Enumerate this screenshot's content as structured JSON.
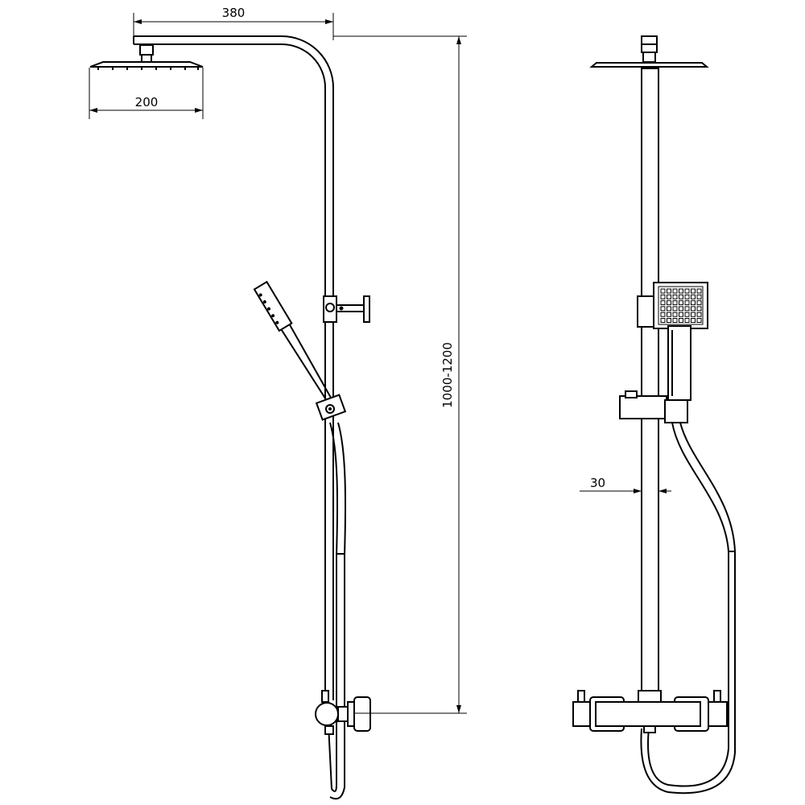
{
  "dimensions": {
    "arm_length": "380",
    "head_width": "200",
    "height_range": "1000-1200",
    "pipe_diameter": "30"
  },
  "colors": {
    "line": "#000000",
    "background": "#ffffff"
  }
}
